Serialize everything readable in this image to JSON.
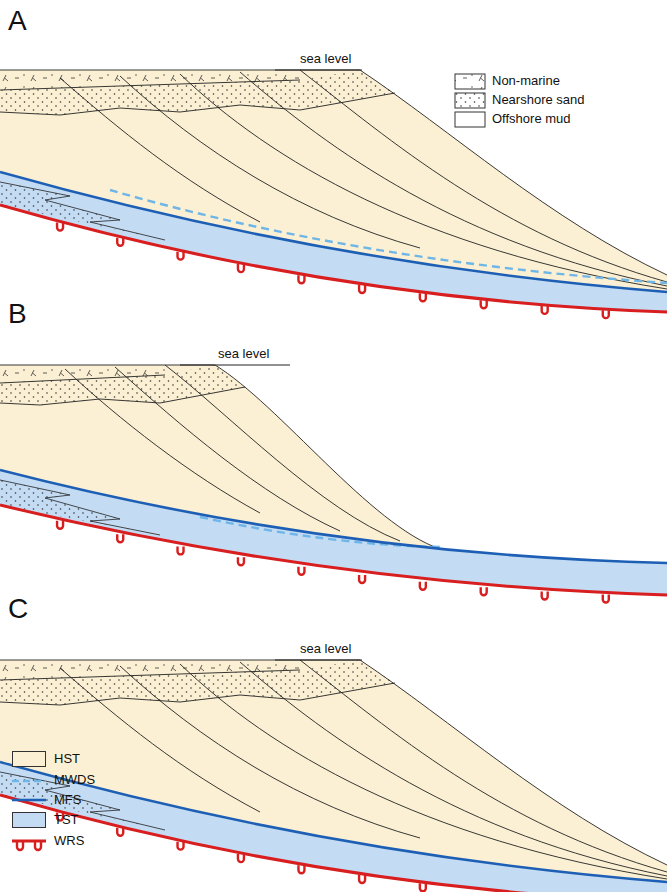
{
  "diagram": {
    "labels": [
      "A",
      "sea level",
      "B",
      "sea level",
      "C",
      "sea level"
    ],
    "legend": [
      {
        "text": "Non-marine"
      },
      {
        "text": "Nearshore sand"
      },
      {
        "text": "Offshore mud"
      },
      {
        "text": "HST",
        "color": "#fbf0d3"
      },
      {
        "text": "MWDS"
      },
      {
        "text": "MFS"
      },
      {
        "text": "TST",
        "color": "#c3dbf3"
      },
      {
        "text": "WRS"
      }
    ]
  }
}
